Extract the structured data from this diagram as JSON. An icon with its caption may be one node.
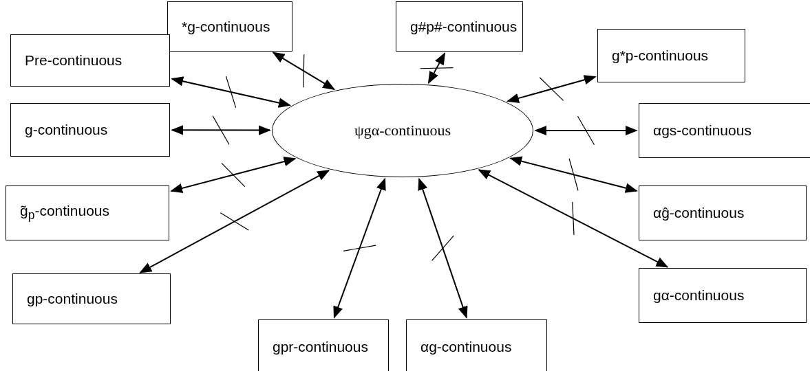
{
  "diagram": {
    "nodes": [
      {
        "text": [
          "*g-continuous"
        ]
      },
      {
        "text": [
          "g#p#-continuous"
        ]
      },
      {
        "text": [
          "Pre-continuous"
        ]
      },
      {
        "text": [
          "g*p-continuous"
        ]
      },
      {
        "text": [
          "g-continuous"
        ]
      },
      {
        "text": [
          "ψgα-continuous"
        ]
      },
      {
        "text": [
          "αgs-continuous"
        ]
      },
      {
        "text": [
          "g̃$_{p}$-continuous"
        ]
      },
      {
        "text": [
          "αĝ-continuous"
        ]
      },
      {
        "text": [
          "gp-continuous"
        ]
      },
      {
        "text": [
          "gα-continuous"
        ]
      },
      {
        "text": [
          "gpr-continuous"
        ]
      },
      {
        "text": [
          "αg-continuous"
        ]
      }
    ],
    "edges": [
      {
        "from": 2,
        "to": 5,
        "arrow": "both"
      },
      {
        "from": 0,
        "to": 5,
        "arrow": "both"
      },
      {
        "from": 1,
        "to": 5,
        "arrow": "both"
      },
      {
        "from": 3,
        "to": 5,
        "arrow": "both"
      },
      {
        "from": 4,
        "to": 5,
        "arrow": "both"
      },
      {
        "from": 6,
        "to": 5,
        "arrow": "both"
      },
      {
        "from": 7,
        "to": 5,
        "arrow": "both"
      },
      {
        "from": 8,
        "to": 5,
        "arrow": "both"
      },
      {
        "from": 9,
        "to": 5,
        "arrow": "both"
      },
      {
        "from": 10,
        "to": 5,
        "arrow": "both"
      },
      {
        "from": 11,
        "to": 5,
        "arrow": "both"
      },
      {
        "from": 12,
        "to": 5,
        "arrow": "both"
      }
    ]
  }
}
